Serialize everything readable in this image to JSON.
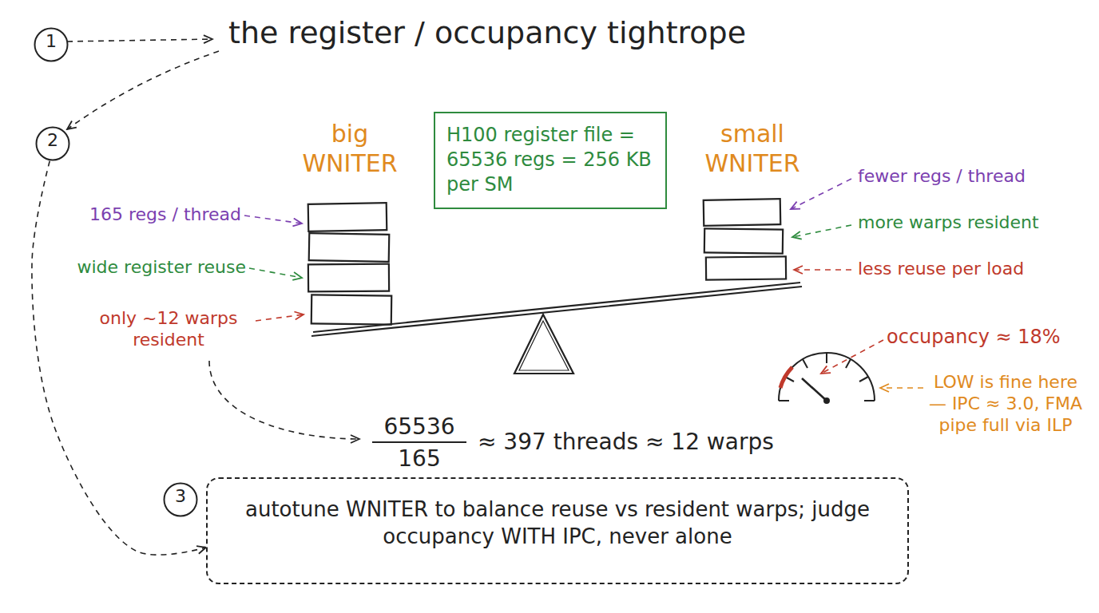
{
  "diagram": {
    "title": "the register / occupancy tightrope",
    "nodes": [
      {
        "text": [
          "1"
        ]
      },
      {
        "text": [
          "H100 register file = 65536 regs = 256 KB per SM"
        ]
      },
      {
        "text": [
          "2"
        ]
      },
      {
        "text": [
          "3"
        ]
      },
      {
        "text": [
          "autotune WNITER to balance reuse vs resident warps; judge occupancy WITH IPC, never alone"
        ]
      }
    ],
    "edges": [
      {
        "from": 2,
        "to": 4,
        "arrow": "to"
      }
    ],
    "labels": [
      "big WNITER",
      "small WNITER",
      "165 regs / thread",
      "fewer regs / thread",
      "more warps resident",
      "wide register reuse",
      "less reuse per load",
      "only ~12 warps resident",
      "occupancy ≈ 18%",
      "LOW is fine here — IPC ≈ 3.0, FMA pipe full via ILP",
      "65536",
      "165",
      "≈ 397 threads ≈ 12 warps"
    ]
  }
}
